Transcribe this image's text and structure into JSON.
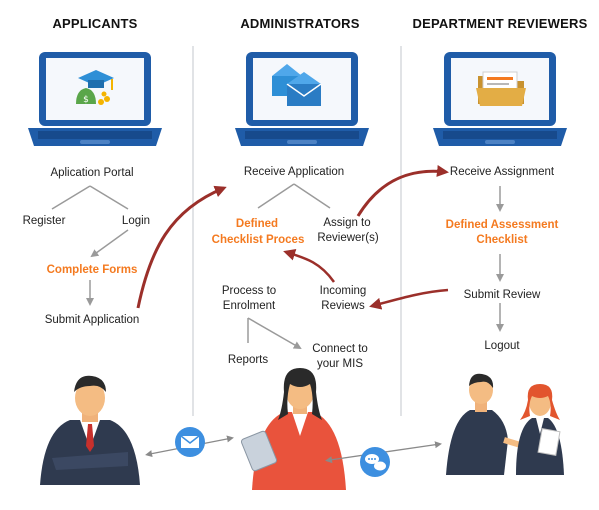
{
  "columns": {
    "applicants": {
      "title": "APPLICANTS"
    },
    "administrators": {
      "title": "ADMINISTRATORS"
    },
    "reviewers": {
      "title": "DEPARTMENT REVIEWERS"
    }
  },
  "applicant_flow": {
    "portal": "Aplication Portal",
    "register": "Register",
    "login": "Login",
    "complete_forms": "Complete Forms",
    "submit_application": "Submit Application"
  },
  "admin_flow": {
    "receive_application": "Receive Application",
    "defined_checklist_1": "Defined",
    "defined_checklist_2": "Checklist Proces",
    "assign_1": "Assign to",
    "assign_2": "Reviewer(s)",
    "incoming_1": "Incoming",
    "incoming_2": "Reviews",
    "process_1": "Process to",
    "process_2": "Enrolment",
    "reports": "Reports",
    "mis_1": "Connect to",
    "mis_2": "your MIS"
  },
  "reviewer_flow": {
    "receive_assignment": "Receive Assignment",
    "assessment_1": "Defined Assessment",
    "assessment_2": "Checklist",
    "submit_review": "Submit Review",
    "logout": "Logout"
  },
  "icons": {
    "applicant_laptop": "graduation-cap-money-bag-icon",
    "admin_laptop": "envelopes-icon",
    "reviewer_laptop": "folder-document-icon",
    "email_bubble": "envelope-icon",
    "chat_bubble": "chat-bubbles-icon"
  },
  "colors": {
    "accent_orange": "#f47a20",
    "arrow_red": "#9b2f2a",
    "laptop_blue": "#1f5ca8",
    "bubble_blue": "#3d8fe0"
  }
}
